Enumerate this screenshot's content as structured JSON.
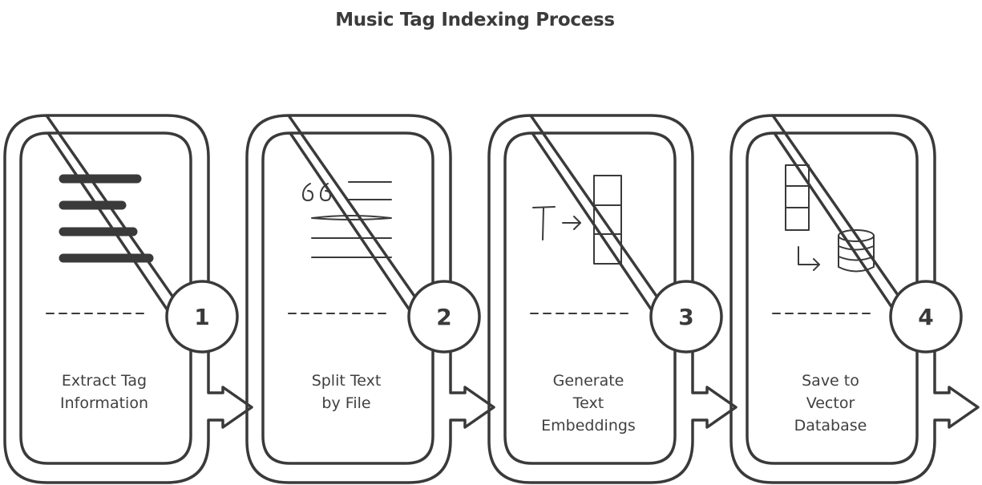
{
  "title": "Music Tag Indexing Process",
  "steps": [
    {
      "number": "1",
      "lines": [
        "Extract Tag",
        "Information"
      ],
      "icon": "text-lines-icon"
    },
    {
      "number": "2",
      "lines": [
        "Split Text",
        "by File"
      ],
      "icon": "split-text-icon"
    },
    {
      "number": "3",
      "lines": [
        "Generate",
        "Text",
        "Embeddings"
      ],
      "icon": "embedding-vector-icon"
    },
    {
      "number": "4",
      "lines": [
        "Save to",
        "Vector",
        "Database"
      ],
      "icon": "vector-database-icon"
    }
  ],
  "colors": {
    "stroke": "#3a3a3a",
    "text": "#404040",
    "background": "#ffffff"
  }
}
